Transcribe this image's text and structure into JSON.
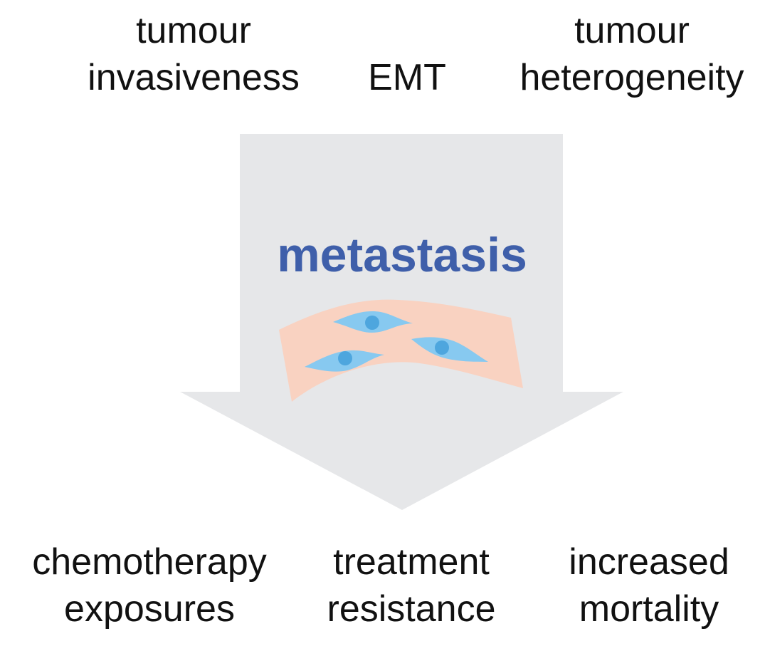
{
  "top_labels": {
    "left": {
      "line1": "tumour",
      "line2": "invasiveness"
    },
    "center": {
      "line1": "EMT"
    },
    "right": {
      "line1": "tumour",
      "line2": "heterogeneity"
    }
  },
  "center_title": "metastasis",
  "bottom_labels": {
    "left": {
      "line1": "chemotherapy",
      "line2": "exposures"
    },
    "center": {
      "line1": "treatment",
      "line2": "resistance"
    },
    "right": {
      "line1": "increased",
      "line2": "mortality"
    }
  },
  "colors": {
    "arrow": "#e6e7e9",
    "title": "#3f5faa",
    "tissue": "#f9d2c1",
    "cell": "#87c9f0",
    "nucleus": "#4ea6de",
    "text": "#111111"
  },
  "icons": {
    "arrow": "down-arrow-icon",
    "tissue": "tissue-patch-icon",
    "cells": "migrating-cell-icon"
  }
}
